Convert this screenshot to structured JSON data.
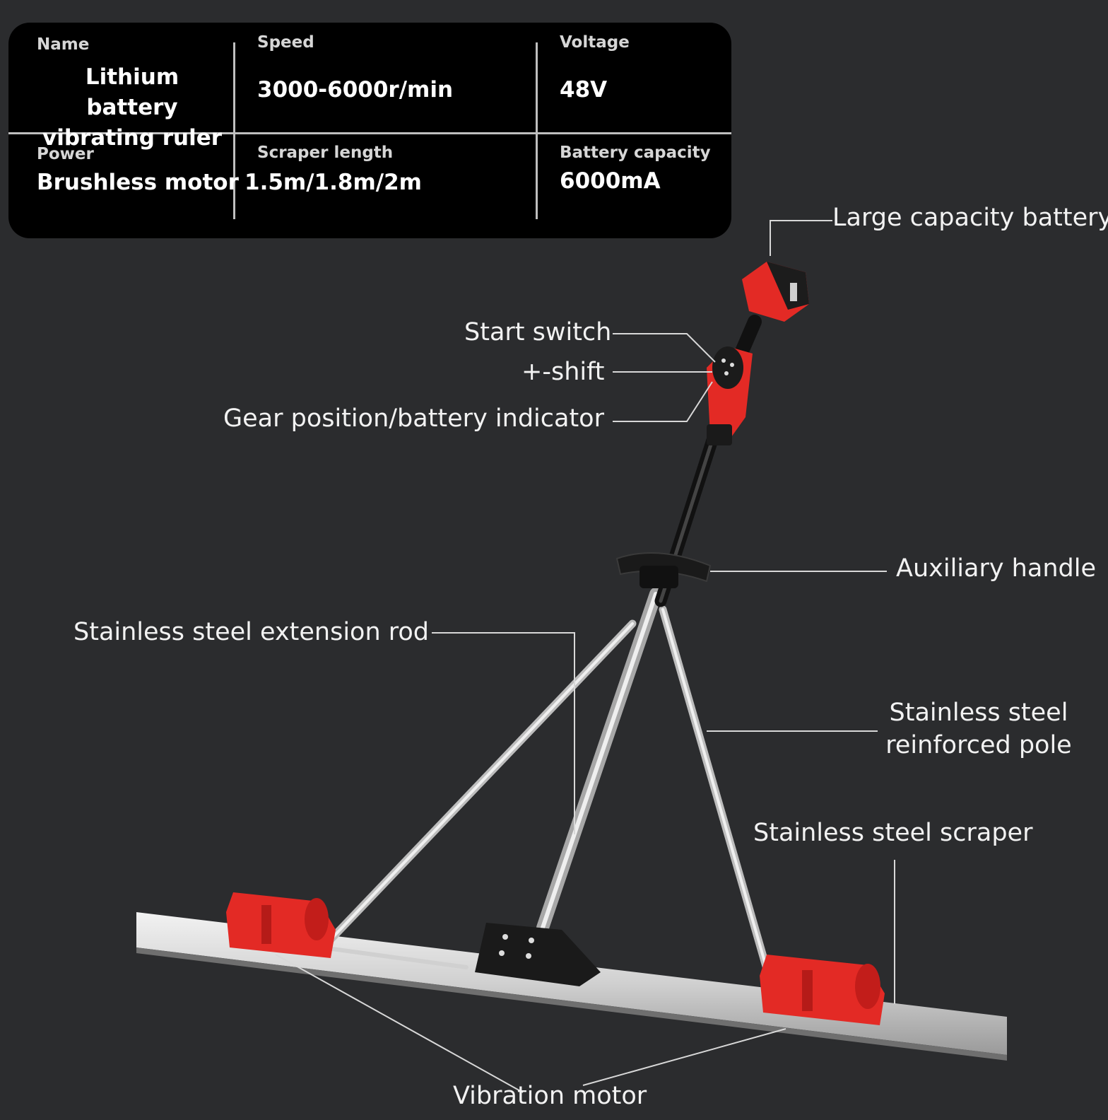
{
  "specs": {
    "name": {
      "label": "Name",
      "value": "Lithium battery vibrating ruler"
    },
    "speed": {
      "label": "Speed",
      "value": "3000-6000r/min"
    },
    "voltage": {
      "label": "Voltage",
      "value": "48V"
    },
    "power": {
      "label": "Power",
      "value": "Brushless motor"
    },
    "scraper_length": {
      "label": "Scraper length",
      "value": "1.5m/1.8m/2m"
    },
    "battery_capacity": {
      "label": "Battery capacity",
      "value": "6000mA"
    }
  },
  "callouts": {
    "battery": "Large capacity battery",
    "start_switch": "Start switch",
    "shift": "+-shift",
    "indicator": "Gear position/battery indicator",
    "aux_handle": "Auxiliary handle",
    "extension_rod": "Stainless steel extension rod",
    "reinforced_pole": "Stainless steel\nreinforced pole",
    "scraper": "Stainless steel scraper",
    "vibration_motor": "Vibration motor"
  },
  "colors": {
    "background": "#2b2c2e",
    "accent_red": "#e32a25",
    "steel": "#d8d8d8"
  }
}
